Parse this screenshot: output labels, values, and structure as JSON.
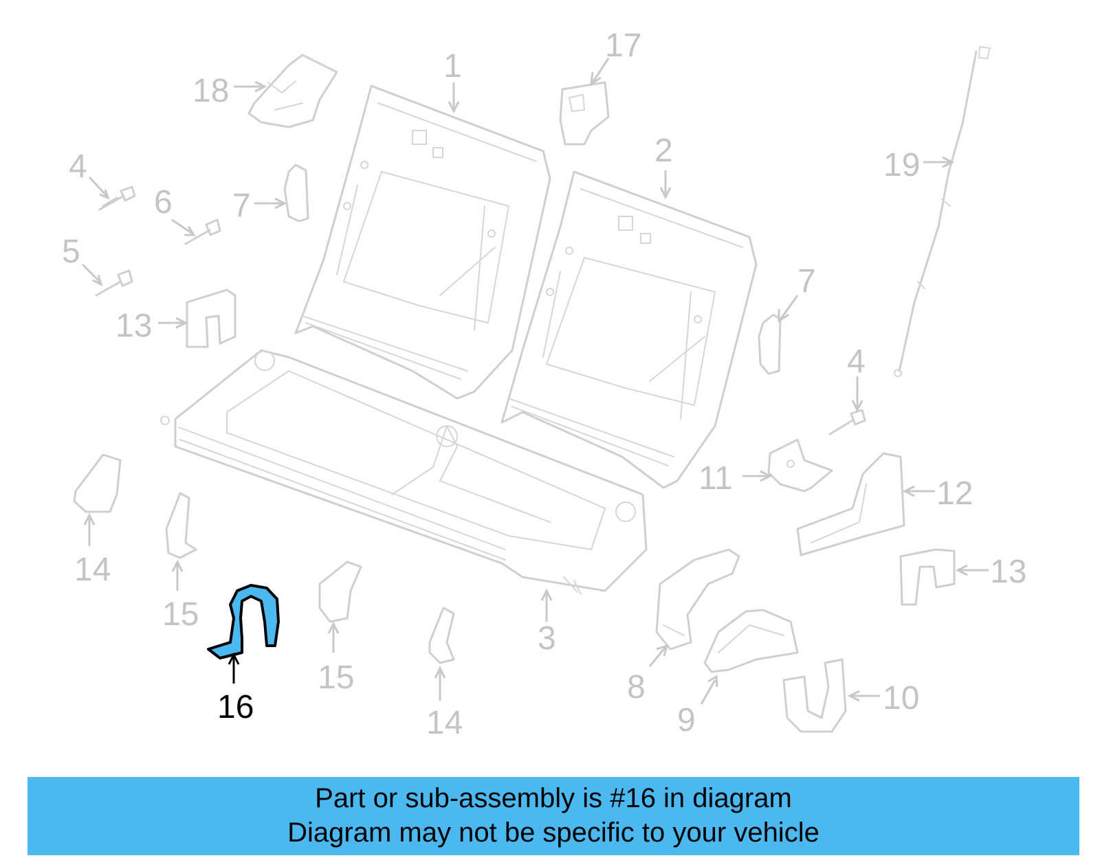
{
  "diagram": {
    "highlighted_part": "16",
    "callouts": [
      "1",
      "2",
      "3",
      "4",
      "5",
      "6",
      "7",
      "8",
      "9",
      "10",
      "11",
      "12",
      "13",
      "14",
      "15",
      "16",
      "17",
      "18",
      "19"
    ],
    "labels": {
      "l1": "1",
      "l2": "2",
      "l3": "3",
      "l4a": "4",
      "l4b": "4",
      "l5": "5",
      "l6": "6",
      "l7a": "7",
      "l7b": "7",
      "l8": "8",
      "l9": "9",
      "l10": "10",
      "l11": "11",
      "l12": "12",
      "l13a": "13",
      "l13b": "13",
      "l14a": "14",
      "l14b": "14",
      "l15a": "15",
      "l15b": "15",
      "l16": "16",
      "l17": "17",
      "l18": "18",
      "l19": "19"
    },
    "highlight_color": "#4cb8f0"
  },
  "banner": {
    "line1": "Part or sub-assembly is #16 in diagram",
    "line2": "Diagram may not be specific to your vehicle"
  }
}
